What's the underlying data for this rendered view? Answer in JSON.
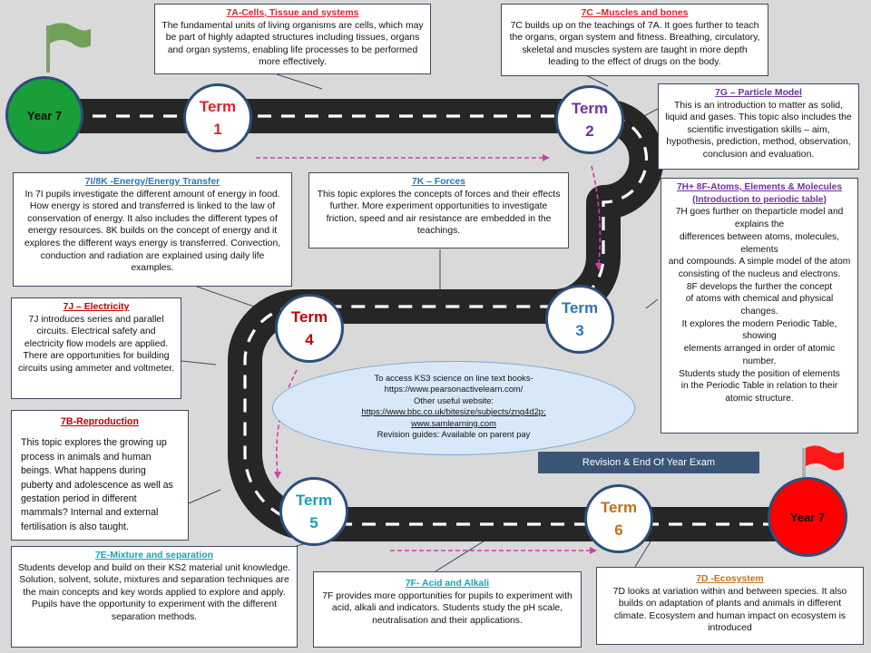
{
  "colors": {
    "road": "#262626",
    "green": "#1a9e3a",
    "red": "#ff0000",
    "term1": "#e0202c",
    "term2": "#7030a0",
    "term3": "#2e75b6",
    "term4": "#c00000",
    "term5": "#17a2b8",
    "term6": "#c07218",
    "connector": "#d040a8"
  },
  "start": {
    "label": "Year 7"
  },
  "end": {
    "label": "Year 7"
  },
  "terms": [
    {
      "word": "Term",
      "num": "1"
    },
    {
      "word": "Term",
      "num": "2"
    },
    {
      "word": "Term",
      "num": "3"
    },
    {
      "word": "Term",
      "num": "4"
    },
    {
      "word": "Term",
      "num": "5"
    },
    {
      "word": "Term",
      "num": "6"
    }
  ],
  "topics": {
    "t7a": {
      "title": "7A-Cells, Tissue and systems",
      "body": "The fundamental units of living organisms are cells, which may be part of highly adapted structures including tissues, organs and organ systems, enabling life processes to be performed more effectively."
    },
    "t7c": {
      "title": "7C –Muscles and bones",
      "body": "7C builds up on the teachings of 7A. It goes further to teach the organs, organ system and fitness. Breathing, circulatory, skeletal and muscles system are taught in more depth leading to the effect of drugs on the body."
    },
    "t7g": {
      "title": "7G – Particle Model",
      "body": "This is an introduction to matter as solid, liquid and gases. This topic also includes the scientific investigation skills – aim, hypothesis, prediction, method, observation, conclusion and evaluation."
    },
    "t7i": {
      "title": "7I/8K -Energy/Energy Transfer",
      "body": "In 7I pupils investigate the different amount of energy in food. How energy is stored and transferred is linked to the law of conservation of energy.  It also includes the different types of energy resources. 8K builds on the concept of energy and it explores the different ways energy is transferred. Convection, conduction and radiation are explained using daily life examples."
    },
    "t7k": {
      "title": "7K – Forces",
      "body": "This topic explores the concepts of forces and their effects further. More experiment opportunities to investigate friction, speed and air resistance are embedded in the teachings."
    },
    "t7h": {
      "title": "7H+ 8F-Atoms, Elements & Molecules (Introduction to periodic table)",
      "body": "7H goes further on theparticle model and explains the\ndifferences between atoms, molecules, elements\nand compounds. A simple model of the atom\nconsisting of the nucleus and electrons.\n8F develops the further the concept\nof atoms with chemical and physical changes.\nIt explores the modern Periodic Table, showing\nelements arranged in order of atomic number.\nStudents study the position of elements\nin the Periodic Table in relation to their atomic structure."
    },
    "t7j": {
      "title": "7J – Electricity",
      "body": "7J introduces series and parallel circuits. Electrical safety and electricity flow models are applied. There are opportunities for building circuits using ammeter and voltmeter."
    },
    "t7b": {
      "title": "7B-Reproduction",
      "body": "This topic explores the growing up process in animals and human beings. What happens during puberty and adolescence as well as gestation period in different mammals? Internal and external fertilisation is also taught."
    },
    "t7e": {
      "title": "7E-Mixture and separation",
      "body": "Students develop and build on their KS2 material unit knowledge. Solution, solvent, solute, mixtures and separation techniques are the main concepts and key words applied to explore and apply. Pupils have the opportunity to experiment with the different separation methods."
    },
    "t7f": {
      "title": "7F- Acid and Alkali",
      "body": "7F provides more opportunities for pupils to experiment with acid, alkali and indicators. Students study the pH scale, neutralisation and their applications."
    },
    "t7d": {
      "title": "7D -Ecosystem",
      "body": "7D looks at variation within and between species. It also builds on adaptation of plants and animals in different climate. Ecosystem and human impact on ecosystem is introduced"
    }
  },
  "resources": {
    "line1": "To access KS3 science on line text books-",
    "line2": "https://www.pearsonactivelearn.com/",
    "line3": "Other useful website:",
    "line4": "https://www.bbc.co.uk/bitesize/subjects/zng4d2p;",
    "line5": "www.samlearning.com",
    "line6": "Revision guides: Available on parent pay"
  },
  "revision": {
    "label": "Revision & End Of Year Exam"
  }
}
